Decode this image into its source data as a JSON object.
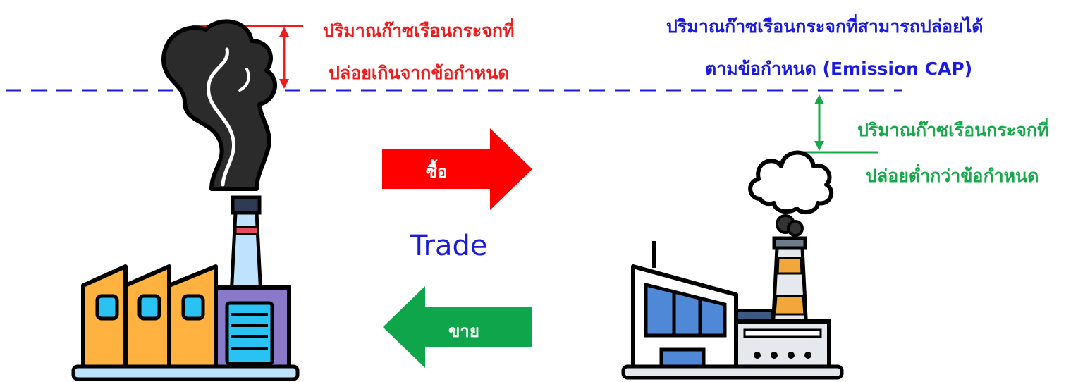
{
  "labels": {
    "excess_line1": "ปริมาณก๊าซเรือนกระจกที่",
    "excess_line2": "ปล่อยเกินจากข้อกำหนด",
    "cap_line1": "ปริมาณก๊าซเรือนกระจกที่สามารถปล่อยได้",
    "cap_line2": "ตามข้อกำหนด (Emission CAP)",
    "below_line1": "ปริมาณก๊าซเรือนกระจกที่",
    "below_line2": "ปล่อยต่ำกว่าข้อกำหนด",
    "buy": "ซื้อ",
    "sell": "ขาย",
    "trade": "Trade"
  },
  "colors": {
    "excess": "#ee1c1c",
    "cap": "#1b1be0",
    "below": "#17a84a",
    "buy_arrow": "#ff0000",
    "sell_arrow": "#0fa54a",
    "trade": "#1a1ad8"
  },
  "icons": {
    "left": "polluting-factory-icon",
    "right": "clean-factory-icon"
  }
}
